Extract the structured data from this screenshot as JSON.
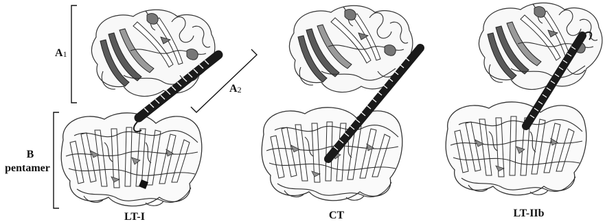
{
  "labels": {
    "a1": "A",
    "a1_sub": "1",
    "a2": "A",
    "a2_sub": "2",
    "b_line1": "B",
    "b_line2": "pentamer"
  },
  "panels": [
    {
      "id": "lt-i",
      "label": "LT-I"
    },
    {
      "id": "ct",
      "label": "CT"
    },
    {
      "id": "lt-iib",
      "label": "LT-IIb"
    }
  ],
  "colors": {
    "helix": "#1a1a1a",
    "strand_dark": "#4a4a4a",
    "strand_mid": "#8a8a8a",
    "outline": "#2b2b2b",
    "fill_light": "#f4f4f4"
  }
}
